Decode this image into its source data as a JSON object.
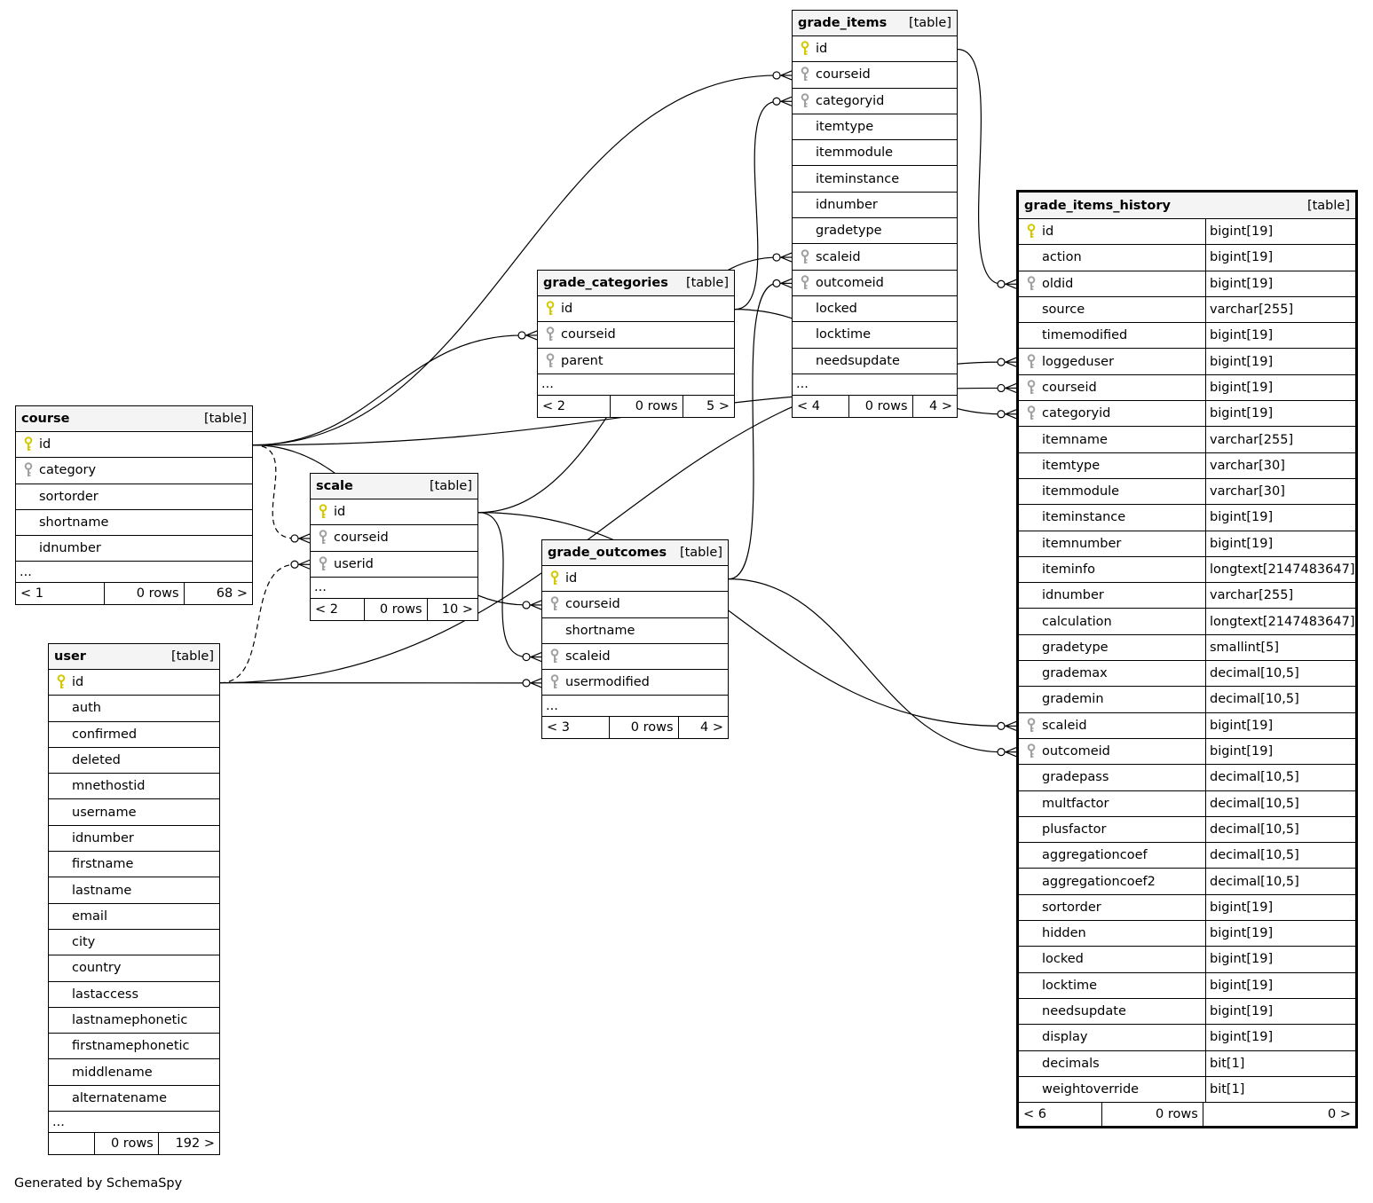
{
  "colors": {
    "primary_key": "#d4c800",
    "foreign_key": "#a0a0a0",
    "header_bg": "#f4f4f4",
    "line": "#000000"
  },
  "icons": {
    "primary_key": "key-icon-yellow",
    "foreign_key": "key-icon-gray"
  },
  "footer_note": "Generated by SchemaSpy",
  "tables": {
    "grade_items": {
      "name": "grade_items",
      "tag": "[table]",
      "columns": [
        {
          "name": "id",
          "key": "pk"
        },
        {
          "name": "courseid",
          "key": "fk"
        },
        {
          "name": "categoryid",
          "key": "fk"
        },
        {
          "name": "itemtype",
          "key": ""
        },
        {
          "name": "itemmodule",
          "key": ""
        },
        {
          "name": "iteminstance",
          "key": ""
        },
        {
          "name": "idnumber",
          "key": ""
        },
        {
          "name": "gradetype",
          "key": ""
        },
        {
          "name": "scaleid",
          "key": "fk"
        },
        {
          "name": "outcomeid",
          "key": "fk"
        },
        {
          "name": "locked",
          "key": ""
        },
        {
          "name": "locktime",
          "key": ""
        },
        {
          "name": "needsupdate",
          "key": ""
        }
      ],
      "ellipsis": "...",
      "footer": [
        "< 4",
        "0 rows",
        "4 >"
      ]
    },
    "grade_items_history": {
      "name": "grade_items_history",
      "tag": "[table]",
      "columns": [
        {
          "name": "id",
          "type": "bigint[19]",
          "key": "pk"
        },
        {
          "name": "action",
          "type": "bigint[19]",
          "key": ""
        },
        {
          "name": "oldid",
          "type": "bigint[19]",
          "key": "fk"
        },
        {
          "name": "source",
          "type": "varchar[255]",
          "key": ""
        },
        {
          "name": "timemodified",
          "type": "bigint[19]",
          "key": ""
        },
        {
          "name": "loggeduser",
          "type": "bigint[19]",
          "key": "fk"
        },
        {
          "name": "courseid",
          "type": "bigint[19]",
          "key": "fk"
        },
        {
          "name": "categoryid",
          "type": "bigint[19]",
          "key": "fk"
        },
        {
          "name": "itemname",
          "type": "varchar[255]",
          "key": ""
        },
        {
          "name": "itemtype",
          "type": "varchar[30]",
          "key": ""
        },
        {
          "name": "itemmodule",
          "type": "varchar[30]",
          "key": ""
        },
        {
          "name": "iteminstance",
          "type": "bigint[19]",
          "key": ""
        },
        {
          "name": "itemnumber",
          "type": "bigint[19]",
          "key": ""
        },
        {
          "name": "iteminfo",
          "type": "longtext[2147483647]",
          "key": ""
        },
        {
          "name": "idnumber",
          "type": "varchar[255]",
          "key": ""
        },
        {
          "name": "calculation",
          "type": "longtext[2147483647]",
          "key": ""
        },
        {
          "name": "gradetype",
          "type": "smallint[5]",
          "key": ""
        },
        {
          "name": "grademax",
          "type": "decimal[10,5]",
          "key": ""
        },
        {
          "name": "grademin",
          "type": "decimal[10,5]",
          "key": ""
        },
        {
          "name": "scaleid",
          "type": "bigint[19]",
          "key": "fk"
        },
        {
          "name": "outcomeid",
          "type": "bigint[19]",
          "key": "fk"
        },
        {
          "name": "gradepass",
          "type": "decimal[10,5]",
          "key": ""
        },
        {
          "name": "multfactor",
          "type": "decimal[10,5]",
          "key": ""
        },
        {
          "name": "plusfactor",
          "type": "decimal[10,5]",
          "key": ""
        },
        {
          "name": "aggregationcoef",
          "type": "decimal[10,5]",
          "key": ""
        },
        {
          "name": "aggregationcoef2",
          "type": "decimal[10,5]",
          "key": ""
        },
        {
          "name": "sortorder",
          "type": "bigint[19]",
          "key": ""
        },
        {
          "name": "hidden",
          "type": "bigint[19]",
          "key": ""
        },
        {
          "name": "locked",
          "type": "bigint[19]",
          "key": ""
        },
        {
          "name": "locktime",
          "type": "bigint[19]",
          "key": ""
        },
        {
          "name": "needsupdate",
          "type": "bigint[19]",
          "key": ""
        },
        {
          "name": "display",
          "type": "bigint[19]",
          "key": ""
        },
        {
          "name": "decimals",
          "type": "bit[1]",
          "key": ""
        },
        {
          "name": "weightoverride",
          "type": "bit[1]",
          "key": ""
        }
      ],
      "footer": [
        "< 6",
        "0 rows",
        "0 >"
      ]
    },
    "grade_categories": {
      "name": "grade_categories",
      "tag": "[table]",
      "columns": [
        {
          "name": "id",
          "key": "pk"
        },
        {
          "name": "courseid",
          "key": "fk"
        },
        {
          "name": "parent",
          "key": "fk"
        }
      ],
      "ellipsis": "...",
      "footer": [
        "< 2",
        "0 rows",
        "5 >"
      ]
    },
    "course": {
      "name": "course",
      "tag": "[table]",
      "columns": [
        {
          "name": "id",
          "key": "pk"
        },
        {
          "name": "category",
          "key": "fk"
        },
        {
          "name": "sortorder",
          "key": ""
        },
        {
          "name": "shortname",
          "key": ""
        },
        {
          "name": "idnumber",
          "key": ""
        }
      ],
      "ellipsis": "...",
      "footer": [
        "< 1",
        "0 rows",
        "68 >"
      ]
    },
    "scale": {
      "name": "scale",
      "tag": "[table]",
      "columns": [
        {
          "name": "id",
          "key": "pk"
        },
        {
          "name": "courseid",
          "key": "fk"
        },
        {
          "name": "userid",
          "key": "fk"
        }
      ],
      "ellipsis": "...",
      "footer": [
        "< 2",
        "0 rows",
        "10 >"
      ]
    },
    "grade_outcomes": {
      "name": "grade_outcomes",
      "tag": "[table]",
      "columns": [
        {
          "name": "id",
          "key": "pk"
        },
        {
          "name": "courseid",
          "key": "fk"
        },
        {
          "name": "shortname",
          "key": ""
        },
        {
          "name": "scaleid",
          "key": "fk"
        },
        {
          "name": "usermodified",
          "key": "fk"
        }
      ],
      "ellipsis": "...",
      "footer": [
        "< 3",
        "0 rows",
        "4 >"
      ]
    },
    "user": {
      "name": "user",
      "tag": "[table]",
      "columns": [
        {
          "name": "id",
          "key": "pk"
        },
        {
          "name": "auth",
          "key": ""
        },
        {
          "name": "confirmed",
          "key": ""
        },
        {
          "name": "deleted",
          "key": ""
        },
        {
          "name": "mnethostid",
          "key": ""
        },
        {
          "name": "username",
          "key": ""
        },
        {
          "name": "idnumber",
          "key": ""
        },
        {
          "name": "firstname",
          "key": ""
        },
        {
          "name": "lastname",
          "key": ""
        },
        {
          "name": "email",
          "key": ""
        },
        {
          "name": "city",
          "key": ""
        },
        {
          "name": "country",
          "key": ""
        },
        {
          "name": "lastaccess",
          "key": ""
        },
        {
          "name": "lastnamephonetic",
          "key": ""
        },
        {
          "name": "firstnamephonetic",
          "key": ""
        },
        {
          "name": "middlename",
          "key": ""
        },
        {
          "name": "alternatename",
          "key": ""
        }
      ],
      "ellipsis": "...",
      "footer": [
        "",
        "0 rows",
        "192 >"
      ]
    }
  },
  "relationships": [
    {
      "from": "course.id",
      "to": "grade_items.courseid",
      "style": "solid"
    },
    {
      "from": "grade_categories.id",
      "to": "grade_items.categoryid",
      "style": "solid"
    },
    {
      "from": "scale.id",
      "to": "grade_items.scaleid",
      "style": "solid"
    },
    {
      "from": "grade_outcomes.id",
      "to": "grade_items.outcomeid",
      "style": "solid"
    },
    {
      "from": "grade_items.id",
      "to": "grade_items_history.oldid",
      "style": "solid"
    },
    {
      "from": "course.id",
      "to": "grade_categories.courseid",
      "style": "solid"
    },
    {
      "from": "course.id",
      "to": "scale.courseid",
      "style": "dashed"
    },
    {
      "from": "user.id",
      "to": "scale.userid",
      "style": "dashed"
    },
    {
      "from": "course.id",
      "to": "grade_outcomes.courseid",
      "style": "solid"
    },
    {
      "from": "scale.id",
      "to": "grade_outcomes.scaleid",
      "style": "solid"
    },
    {
      "from": "user.id",
      "to": "grade_outcomes.usermodified",
      "style": "solid"
    },
    {
      "from": "user.id",
      "to": "grade_items_history.loggeduser",
      "style": "solid"
    },
    {
      "from": "course.id",
      "to": "grade_items_history.courseid",
      "style": "solid"
    },
    {
      "from": "grade_categories.id",
      "to": "grade_items_history.categoryid",
      "style": "solid"
    },
    {
      "from": "scale.id",
      "to": "grade_items_history.scaleid",
      "style": "solid"
    },
    {
      "from": "grade_outcomes.id",
      "to": "grade_items_history.outcomeid",
      "style": "solid"
    }
  ]
}
